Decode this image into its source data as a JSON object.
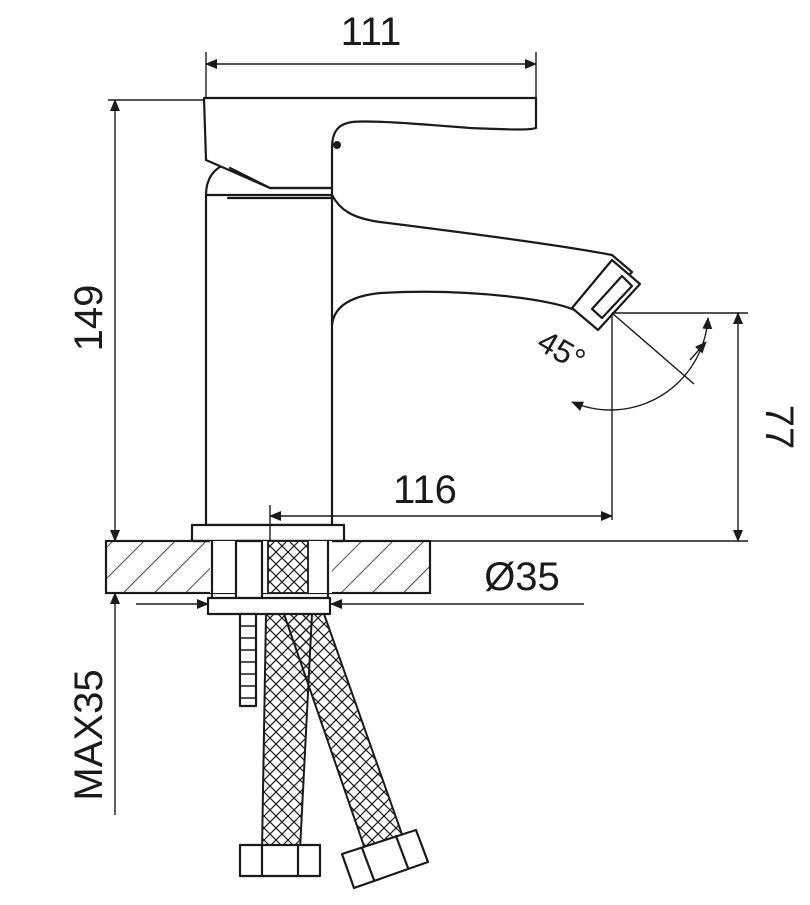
{
  "dimensions": {
    "overall_width": "111",
    "overall_height": "149",
    "spout_height": "77",
    "spout_reach": "116",
    "base_diameter": "Ø35",
    "max_deck_thickness": "MAX35",
    "spout_angle": "45°"
  },
  "colors": {
    "line": "#1a1a1a",
    "background": "#ffffff"
  }
}
